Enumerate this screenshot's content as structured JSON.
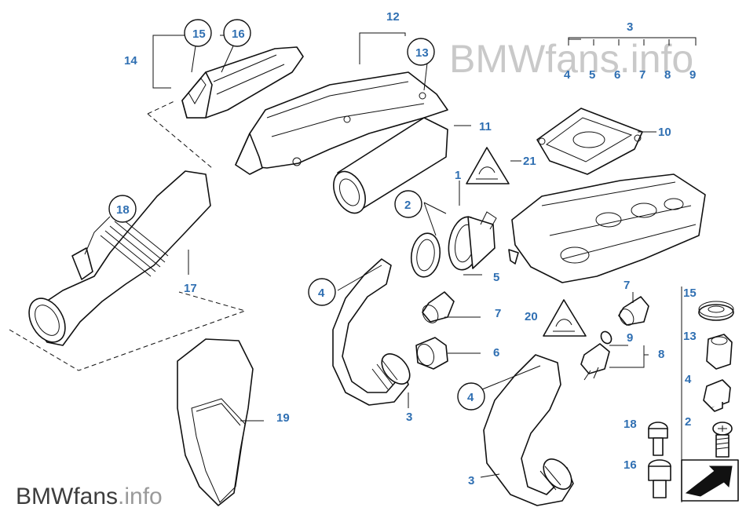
{
  "watermark_top": "BMWfans.info",
  "watermark_bottom": {
    "brand": "BMWfans",
    "domain": ".info"
  },
  "callouts": {
    "c1": "1",
    "c2": "2",
    "c3a": "3",
    "c3b": "3",
    "c3c": "3",
    "c4a": "4",
    "c4b": "4",
    "c4c": "4",
    "c5a": "5",
    "c5b": "5",
    "c6a": "6",
    "c6b": "6",
    "c7a": "7",
    "c7b": "7",
    "c7c": "7",
    "c8a": "8",
    "c8b": "8",
    "c9a": "9",
    "c9b": "9",
    "c10": "10",
    "c11": "11",
    "c12": "12",
    "c13a": "13",
    "c13b": "13",
    "c14": "14",
    "c15a": "15",
    "c15b": "15",
    "c16a": "16",
    "c16b": "16",
    "c17": "17",
    "c18a": "18",
    "c18b": "18",
    "c19": "19",
    "c20": "20",
    "c21": "21",
    "c2b": "2"
  },
  "colors": {
    "callout": "#2f6fb2",
    "line": "#111111",
    "watermark": "#c9c9c9"
  }
}
